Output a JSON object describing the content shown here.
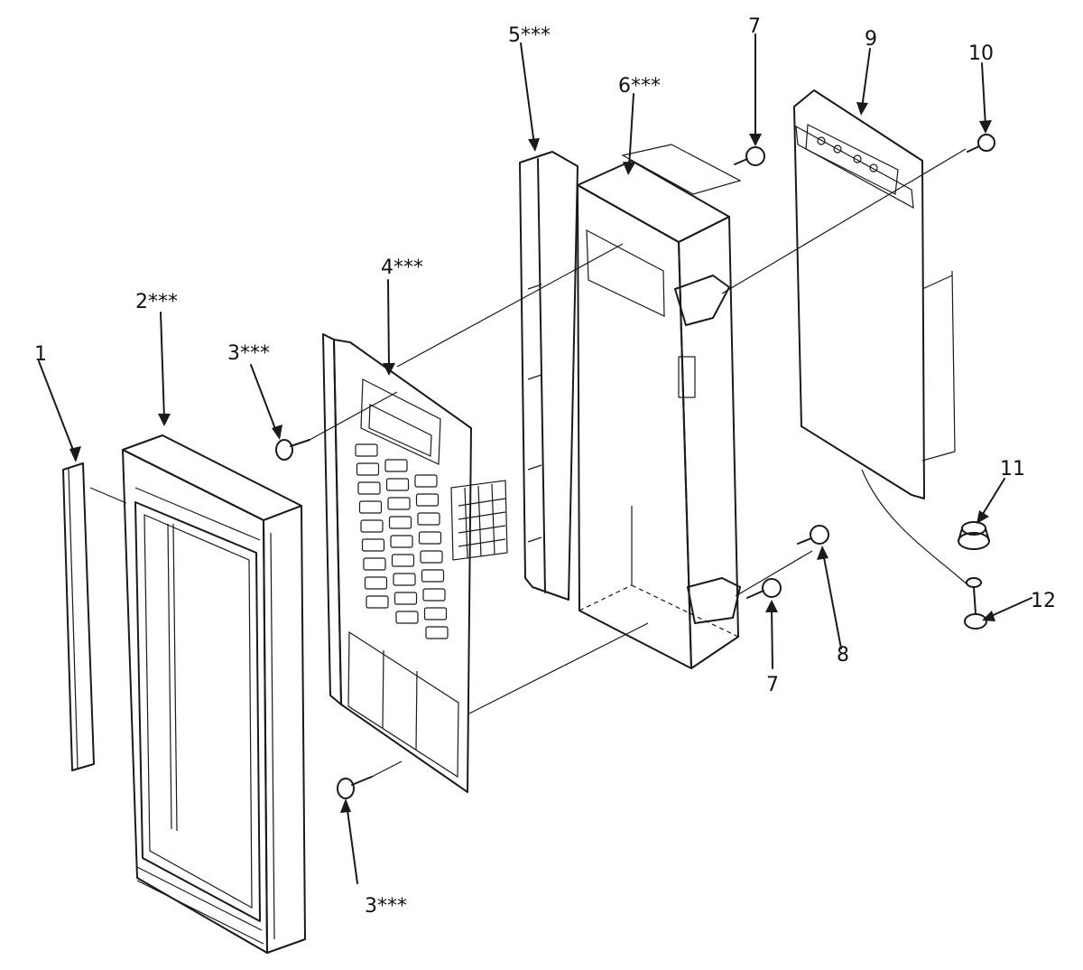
{
  "labels": {
    "l1": "1",
    "l2": "2***",
    "l3a": "3***",
    "l3b": "3***",
    "l4": "4***",
    "l5": "5***",
    "l6": "6***",
    "l7a": "7",
    "l7b": "7",
    "l8": "8",
    "l9": "9",
    "l10": "10",
    "l11": "11",
    "l12": "12"
  }
}
